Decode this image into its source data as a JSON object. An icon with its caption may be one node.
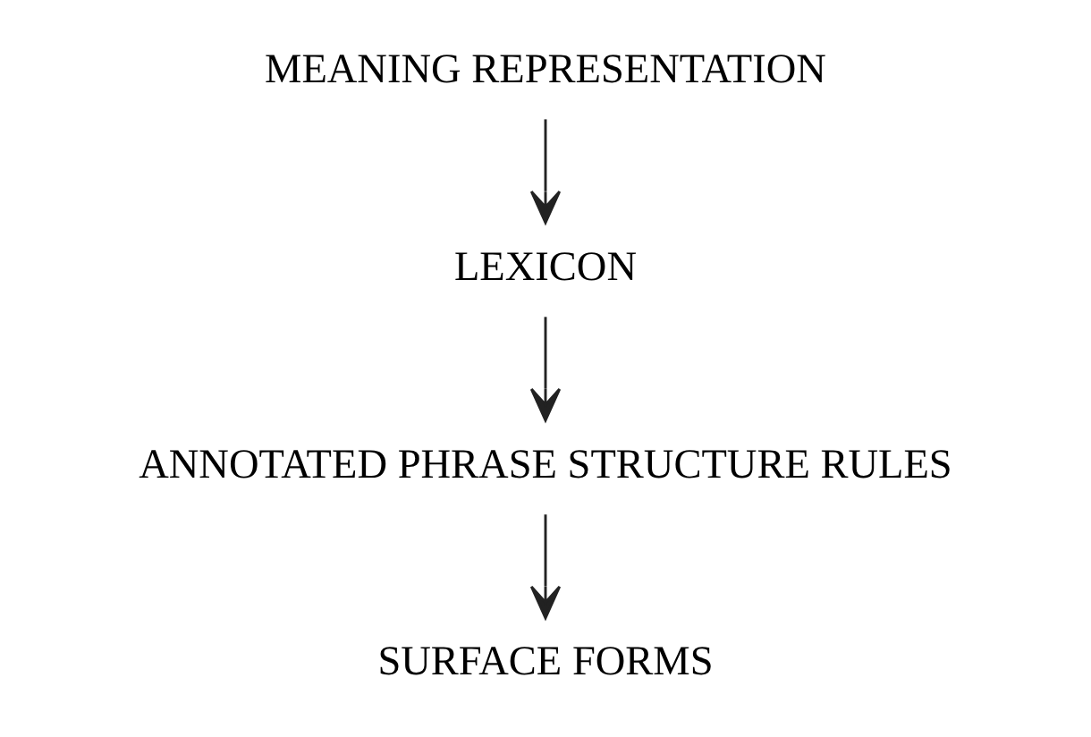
{
  "diagram": {
    "nodes": [
      {
        "text": [
          "MEANING REPRESENTATION"
        ]
      },
      {
        "text": [
          "LEXICON"
        ]
      },
      {
        "text": [
          "ANNOTATED PHRASE STRUCTURE RULES"
        ]
      },
      {
        "text": [
          "SURFACE FORMS"
        ]
      }
    ],
    "edges": [
      {
        "from": 0,
        "to": 1,
        "arrow": "to"
      },
      {
        "from": 1,
        "to": 2,
        "arrow": "to"
      },
      {
        "from": 2,
        "to": 3,
        "arrow": "to"
      }
    ]
  }
}
